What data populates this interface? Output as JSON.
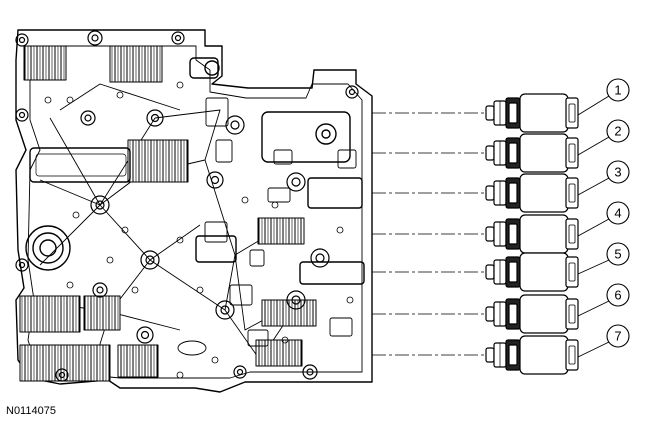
{
  "figure": {
    "reference_code": "N0114075",
    "callouts": [
      "1",
      "2",
      "3",
      "4",
      "5",
      "6",
      "7"
    ],
    "colors": {
      "line": "#000000",
      "background": "#ffffff"
    }
  }
}
